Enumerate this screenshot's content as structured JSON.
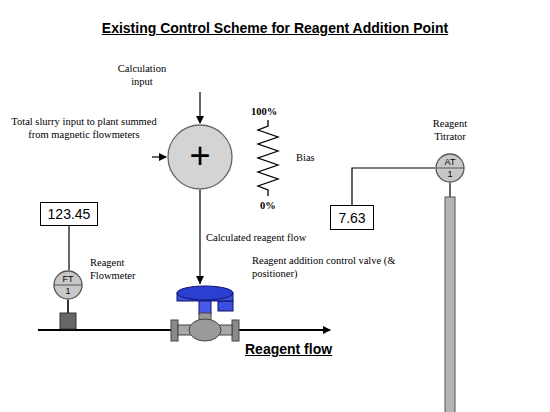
{
  "diagram": {
    "title": "Existing Control Scheme for Reagent Addition Point",
    "nodes": [
      {
        "text": [
          "+"
        ]
      },
      {
        "text": [
          "123.45"
        ]
      },
      {
        "text": [
          "FT",
          "1"
        ]
      },
      {
        "text": [
          "Reagent addition control valve (& positioner)"
        ]
      },
      {
        "text": [
          "7.63"
        ]
      },
      {
        "text": [
          "AT",
          "1"
        ]
      }
    ],
    "edges": [
      {
        "from": 0,
        "to": 3,
        "arrow": "to",
        "label": "Calculated reagent flow"
      },
      {
        "from": 1,
        "to": 2,
        "arrow": "none"
      },
      {
        "from": 4,
        "to": 5,
        "arrow": "none"
      }
    ],
    "labels": [
      "Calculation input",
      "Total slurry input to plant summed from magnetic flowmeters",
      "100%",
      "Bias",
      "0%",
      "Reagent Flowmeter",
      "Reagent Titrator",
      "Reagent flow"
    ]
  }
}
